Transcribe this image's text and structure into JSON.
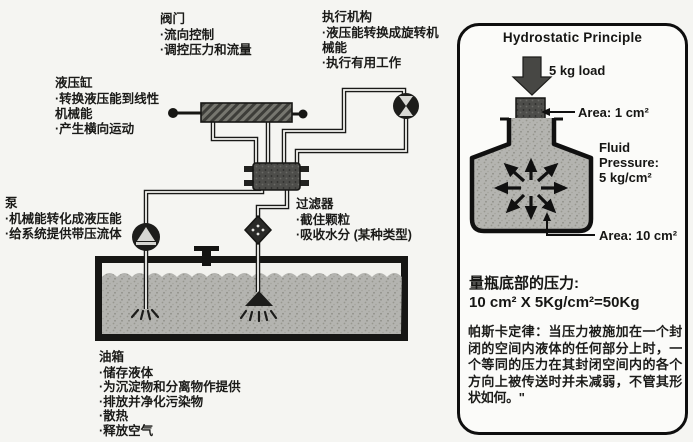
{
  "colors": {
    "paper": "#f5f5f2",
    "ink": "#1a1a18",
    "fluid_gray": "#b4b4b0",
    "component_dark": "#2e2e2c",
    "panel_border": "#0e0e0e"
  },
  "labels": {
    "valve": {
      "title": "阀门",
      "lines": [
        "·流向控制",
        "·调控压力和流量"
      ]
    },
    "actuator": {
      "title": "执行机构",
      "lines": [
        "·液压能转换成旋转机",
        "械能",
        "·执行有用工作"
      ]
    },
    "cylinder": {
      "title": "液压缸",
      "lines": [
        "·转换液压能到线性",
        "机械能",
        "·产生横向运动"
      ]
    },
    "pump": {
      "title": "泵",
      "lines": [
        "·机械能转化成液压能",
        "·给系统提供带压流体"
      ]
    },
    "filter": {
      "title": "过滤器",
      "lines": [
        "·截住颗粒",
        "·吸收水分 (某种类型)"
      ]
    },
    "tank": {
      "title": "油箱",
      "lines": [
        "·储存液体",
        "·为沉淀物和分离物作提供",
        "·排放并净化污染物",
        "·散热",
        "·释放空气"
      ]
    }
  },
  "panel": {
    "title": "Hydrostatic Principle",
    "load_label": "5 kg load",
    "area_top_label": "Area: 1 cm²",
    "fluid_pressure_lines": [
      "Fluid",
      "Pressure:",
      "5 kg/cm²"
    ],
    "area_bottom_label": "Area: 10 cm²",
    "bottom_heading": "量瓶底部的压力:",
    "equation": "10 cm² X 5Kg/cm²=50Kg",
    "pascal_law": "帕斯卡定律：当压力被施加在一个封闭的空间内液体的任何部分上时，一个等同的压力在其封闭空间内的各个方向上被传送时并未减弱，不管其形状如何。\""
  },
  "icons": {
    "load_arrow": "down-block-arrow",
    "pressure_arrows": "eight-outward-arrows",
    "pump_symbol": "circle-with-triangle",
    "motor_symbol": "circle-with-bowtie",
    "filter_symbol": "diamond",
    "strainer_symbol": "funnel-triangle"
  }
}
